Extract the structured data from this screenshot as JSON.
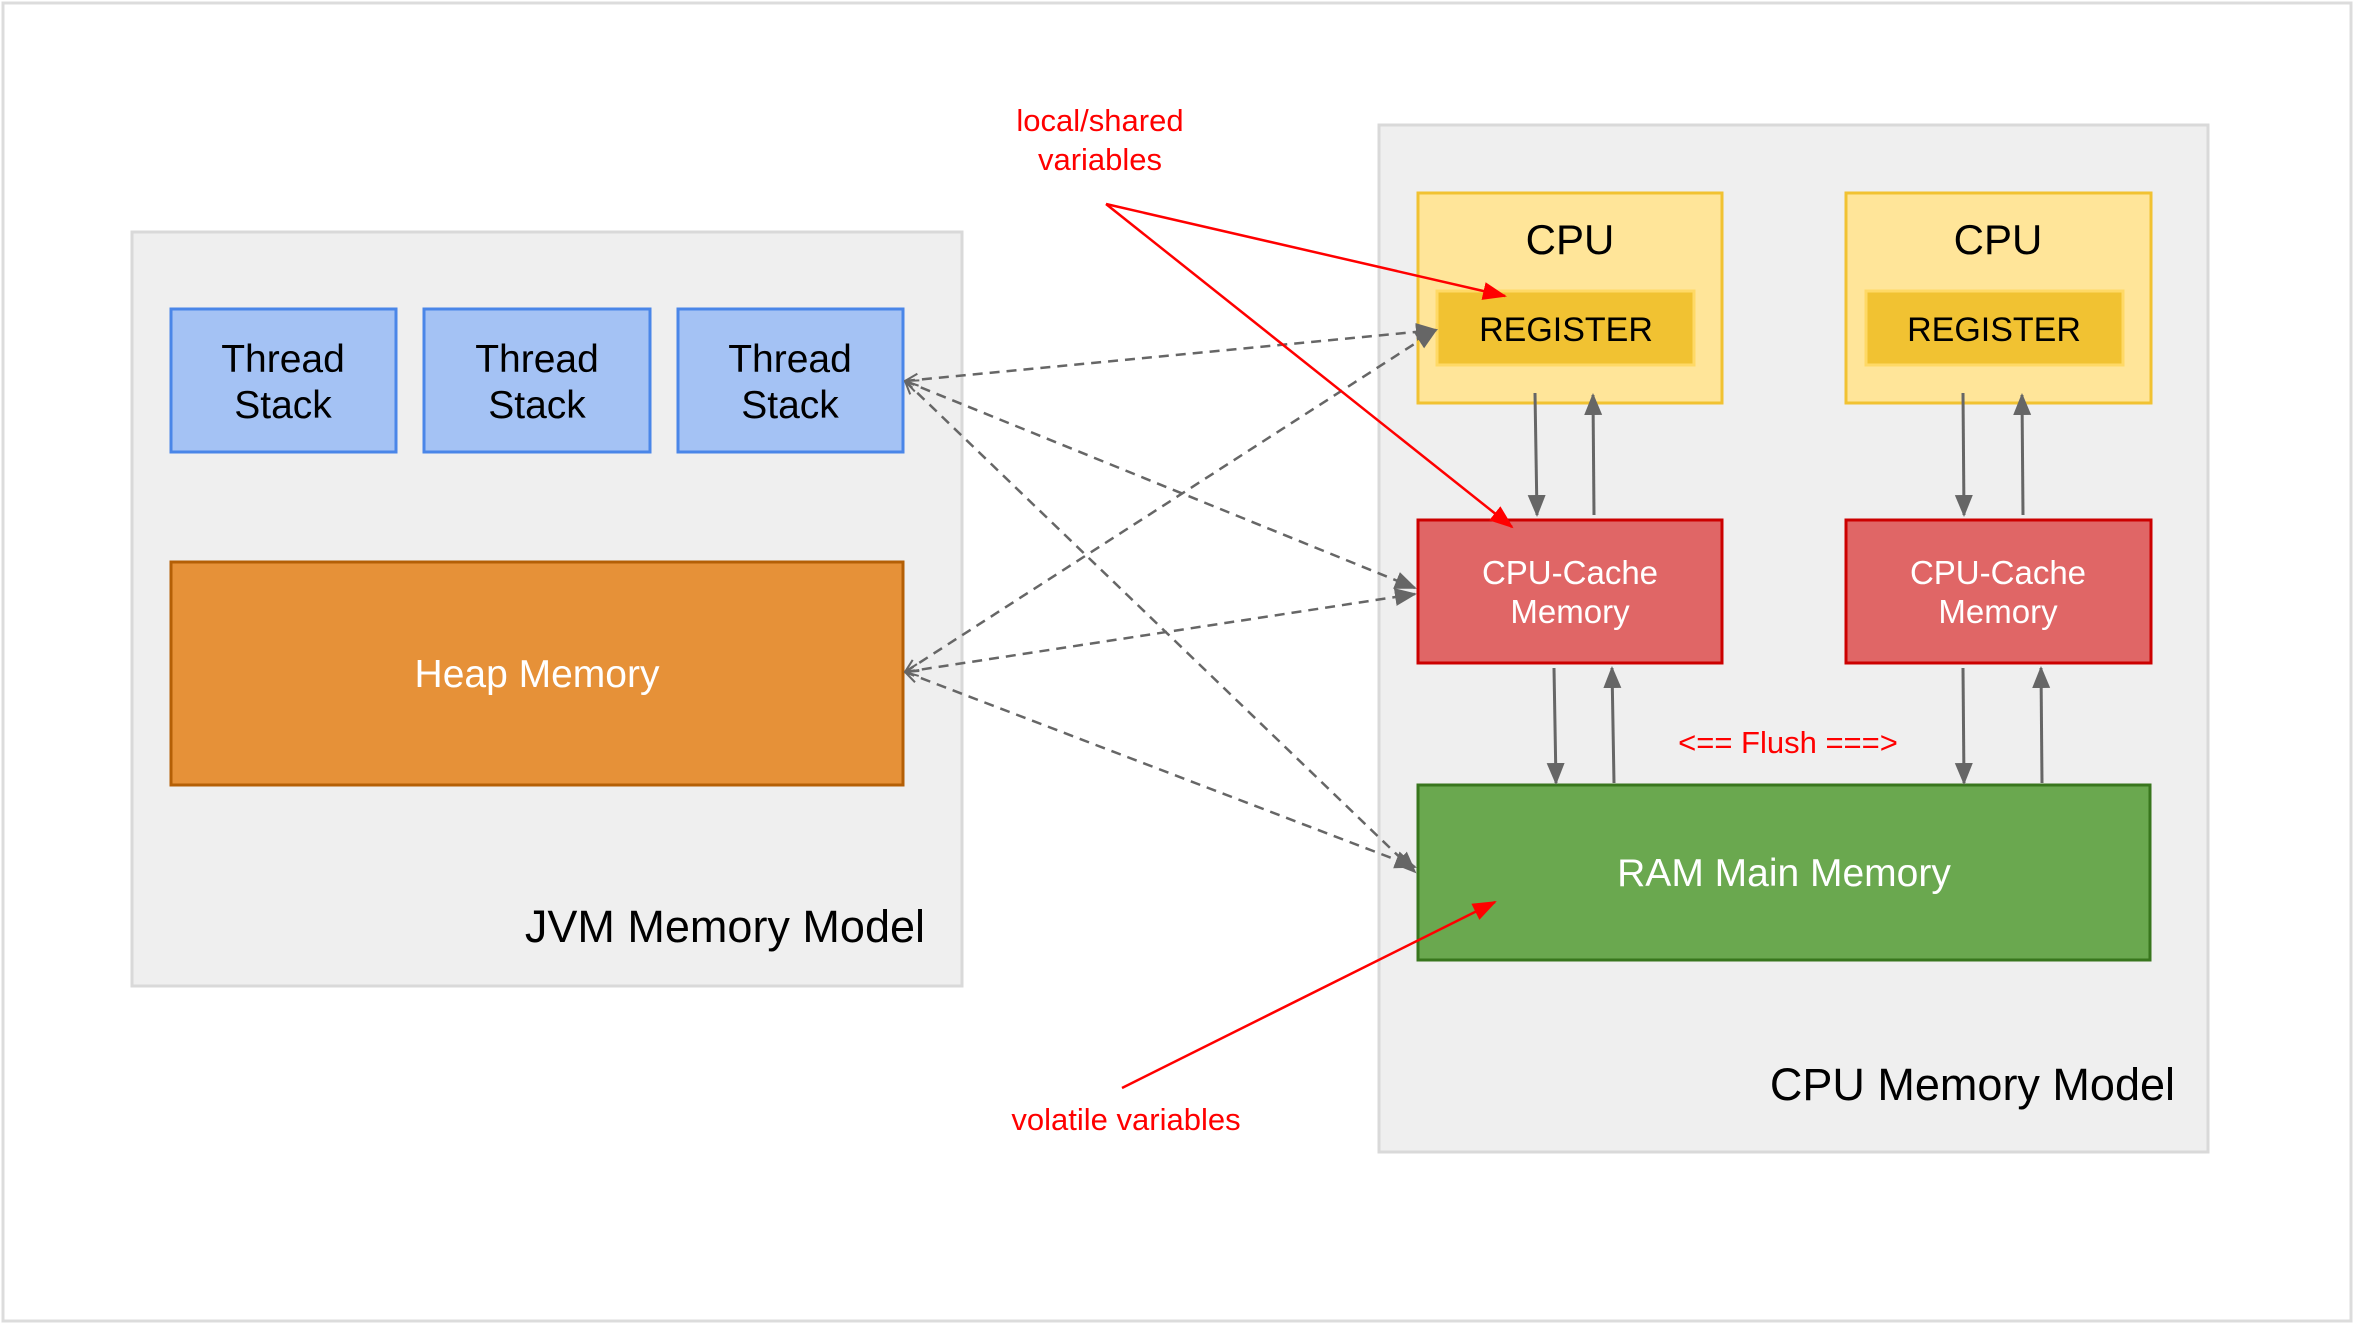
{
  "jvm": {
    "title": "JVM Memory Model",
    "thread_stacks": [
      {
        "line1": "Thread",
        "line2": "Stack"
      },
      {
        "line1": "Thread",
        "line2": "Stack"
      },
      {
        "line1": "Thread",
        "line2": "Stack"
      }
    ],
    "heap": "Heap Memory"
  },
  "cpu_model": {
    "title": "CPU Memory Model",
    "cpus": [
      {
        "label": "CPU",
        "register": "REGISTER",
        "cache_line1": "CPU-Cache",
        "cache_line2": "Memory"
      },
      {
        "label": "CPU",
        "register": "REGISTER",
        "cache_line1": "CPU-Cache",
        "cache_line2": "Memory"
      }
    ],
    "ram": "RAM Main Memory",
    "flush": "<== Flush ===>"
  },
  "annotations": {
    "local_shared_line1": "local/shared",
    "local_shared_line2": "variables",
    "volatile": "volatile variables"
  },
  "colors": {
    "container": "#efefef",
    "thread_stack": "#a4c2f4",
    "heap": "#e69138",
    "cpu": "#ffe599",
    "register": "#f1c232",
    "cache": "#e06666",
    "ram": "#6aa84f",
    "annotation": "#ff0000",
    "connector": "#666666"
  }
}
